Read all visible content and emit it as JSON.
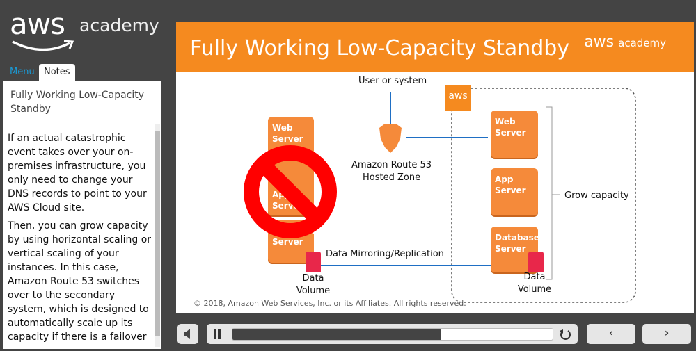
{
  "logo": {
    "aws": "aws",
    "academy": "academy"
  },
  "tabs": [
    {
      "label": "Menu"
    },
    {
      "label": "Notes"
    }
  ],
  "notes": {
    "title": "Fully Working Low-Capacity Standby",
    "paragraphs": [
      "If an actual catastrophic event takes over your on-premises infrastructure, you only need to change your DNS records to point to your AWS Cloud site.",
      "Then, you can grow capacity by using horizontal scaling or vertical scaling of your instances. In this case, Amazon Route 53 switches over to the secondary system, which is designed to automatically scale up its capacity if there is a failover"
    ]
  },
  "slide": {
    "title": "Fully Working Low-Capacity Standby",
    "logo_aws": "aws",
    "logo_academy": "academy",
    "user": "User or system",
    "route53": "Amazon Route 53\nHosted Zone",
    "onprem": {
      "web": "Web Server",
      "app": "App Server",
      "db": "Database Server",
      "volume": "Data Volume"
    },
    "aws_badge": "aws",
    "cloud": {
      "web": "Web Server",
      "app": "App Server",
      "db": "Database Server",
      "volume": "Data Volume"
    },
    "grow": "Grow capacity",
    "mirror": "Data Mirroring/Replication",
    "copyright": "© 2018, Amazon Web Services, Inc. or its Affiliates. All rights reserved."
  },
  "player": {
    "progress_percent": 65,
    "icons": [
      "speaker-icon",
      "pause-icon",
      "replay-icon",
      "chevron-left-icon",
      "chevron-right-icon"
    ]
  },
  "colors": {
    "orange": "#f58a1f",
    "link": "#1a9ad6",
    "prohibit": "#ff0000",
    "volume": "#e8274a",
    "line": "#1f6fc4"
  }
}
